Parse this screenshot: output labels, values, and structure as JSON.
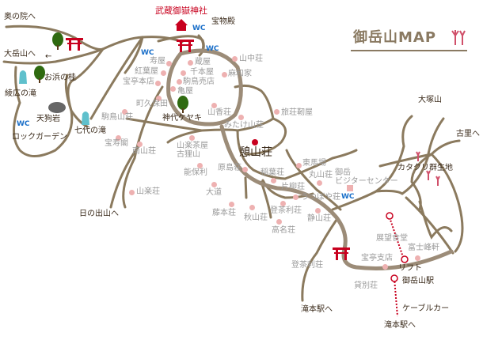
{
  "title": "御岳山MAP",
  "colors": {
    "road": "#8b7a5e",
    "main_road": "#9c8c78",
    "shrine": "#c8001e",
    "wc": "#1a6fc9",
    "shop_dot": "#eeb1b1",
    "shop_text": "#9a9a9a",
    "label": "#3a2a1a",
    "cable": "#c8001e"
  },
  "landmarks": {
    "shrine": "武蔵御嶽神社",
    "treasure_hall": "宝物殿",
    "to_okunoin": "奥の院へ",
    "to_odake": "大岳山へ",
    "ohama_katsura": "お浜の桂",
    "ayahiro_falls": "綾広の滝",
    "tengu_rock": "天狗岩",
    "rock_garden": "ロックガーデン",
    "nanayo_falls": "七代の滝",
    "jindai_keyaki": "神代ケヤキ",
    "to_hinodeyama": "日の出山へ",
    "ikoi_sanso": "憩山荘",
    "otsukayama": "大塚山",
    "to_komori": "古里へ",
    "katakuri": "カタクリ群生地",
    "lift": "リフト",
    "mitakesan_station": "御岳山駅",
    "cable_car": "ケーブルカー",
    "to_takimoto_1": "滝本駅へ",
    "to_takimoto_2": "滝本駅へ",
    "visitor_center_1": "御岳",
    "visitor_center_2": "ビジターセンター"
  },
  "wc_label": "WC",
  "arrow": "←",
  "shops": [
    {
      "name": "寿屋"
    },
    {
      "name": "紅葉屋"
    },
    {
      "name": "宝亭本店"
    },
    {
      "name": "町久保田"
    },
    {
      "name": "駒鳥山荘"
    },
    {
      "name": "宝寿閣"
    },
    {
      "name": "南山荘"
    },
    {
      "name": "蔵屋"
    },
    {
      "name": "千本屋"
    },
    {
      "name": "駒鳥売店"
    },
    {
      "name": "亀屋"
    },
    {
      "name": "山中荘"
    },
    {
      "name": "麻和家"
    },
    {
      "name": "山香荘"
    },
    {
      "name": "旅荘靭屋"
    },
    {
      "name": "みたけ山荘"
    },
    {
      "name": "山楽茶屋"
    },
    {
      "name": "古狸山"
    },
    {
      "name": "能保利"
    },
    {
      "name": "原島荘"
    },
    {
      "name": "山楽荘"
    },
    {
      "name": "大道"
    },
    {
      "name": "藤本荘"
    },
    {
      "name": "秋山荘"
    },
    {
      "name": "東馬場"
    },
    {
      "name": "丸山荘"
    },
    {
      "name": "片柳荘"
    },
    {
      "name": "うつぼや荘"
    },
    {
      "name": "登茶利荘"
    },
    {
      "name": "静山荘"
    },
    {
      "name": "高名荘"
    },
    {
      "name": "登茶利荘"
    },
    {
      "name": "稲葉荘"
    },
    {
      "name": "展望食堂"
    },
    {
      "name": "富士峰軒"
    },
    {
      "name": "宝亭支店"
    },
    {
      "name": "貸別荘"
    }
  ]
}
